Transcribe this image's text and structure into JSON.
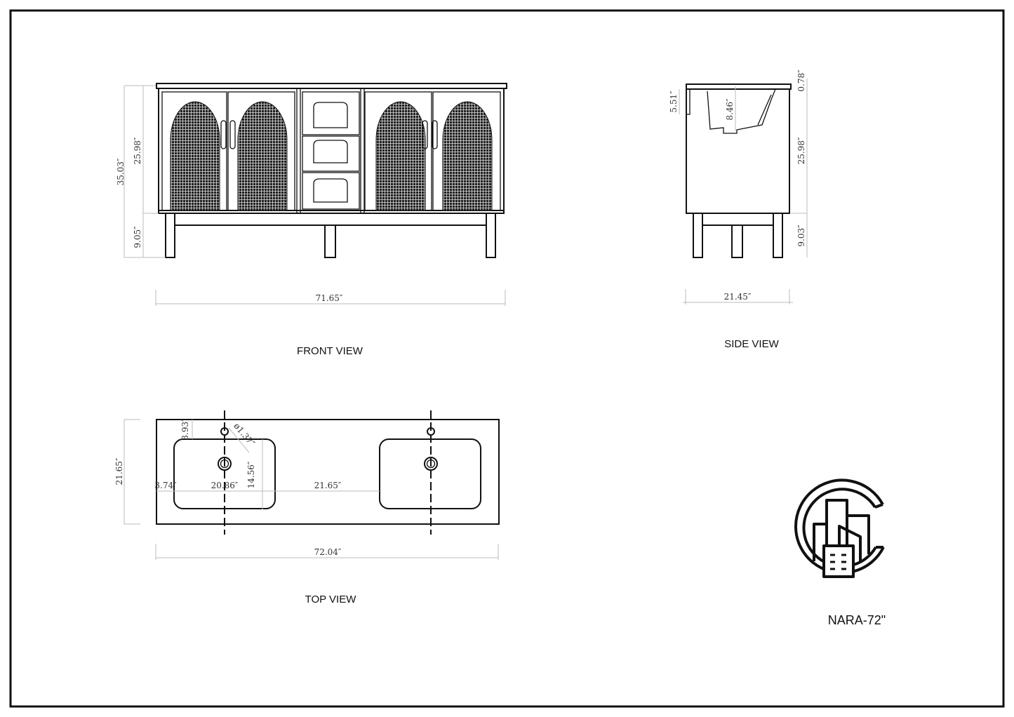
{
  "front_view": {
    "title": "FRONT VIEW",
    "overall_height": "35.03″",
    "cabinet_height": "25.98″",
    "leg_height": "9.05″",
    "width": "71.65″"
  },
  "side_view": {
    "title": "SIDE VIEW",
    "backsplash_height": "5.51″",
    "sink_depth": "8.46″",
    "top_thickness": "0.78″",
    "cabinet_height": "25.98″",
    "leg_height": "9.03″",
    "depth": "21.45″"
  },
  "top_view": {
    "title": "TOP VIEW",
    "depth": "21.65″",
    "faucet_offset": "3.93″",
    "faucet_hole_diameter": "ø1.37″",
    "sink_depth": "14.56″",
    "edge_offset": "3.74″",
    "sink_width": "20.86″",
    "sink_spacing": "21.65″",
    "width": "72.04″"
  },
  "model": "NARA-72\""
}
